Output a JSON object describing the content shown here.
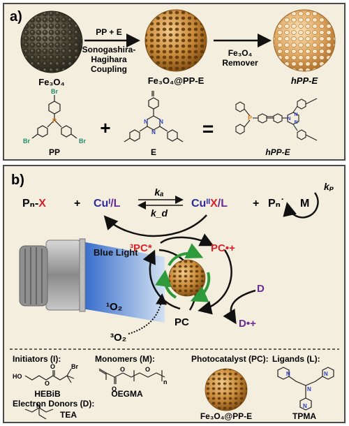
{
  "panel_a": {
    "label": "a)",
    "fe3o4": "Fe₃O₄",
    "fe3o4_ppe": "Fe₃O₄@PP-E",
    "hppe": "hPP-E",
    "arrow1_top": "PP + E",
    "arrow1_bottom": [
      "Sonogashira-",
      "Hagihara",
      "Coupling"
    ],
    "arrow2_top": "Fe₃O₄",
    "arrow2_bottom": "Remover",
    "pp_label": "PP",
    "e_label": "E",
    "hppe_struct_label": "hPP-E",
    "plus": "+",
    "equals": "=",
    "atoms": {
      "br": "Br",
      "p": "P",
      "n": "N"
    }
  },
  "panel_b": {
    "label": "b)",
    "pn_x": {
      "pn": "Pₙ-",
      "x": "X"
    },
    "plus1": "+",
    "cu1": {
      "cu": "Cuᴵ",
      "l": "/L"
    },
    "ka": "kₐ",
    "kd": "k_d",
    "cu2": {
      "cu": "Cuᴵᴵ",
      "x": "X",
      "l": "/L"
    },
    "plus2": "+",
    "pn_radical": "Pₙ˙",
    "monomer": "M",
    "kp": "kₚ",
    "blue_light": "Blue Light",
    "pc_excited": "³PC*",
    "pc_cation": "PC•+",
    "pc": "PC",
    "donor": "D",
    "donor_cation": "D•+",
    "o2_singlet": "¹O₂",
    "o2_triplet": "³O₂",
    "initiators_title": "Initiators (I):",
    "initiator_name": "HEBiB",
    "monomers_title": "Monomers (M):",
    "monomer_name": "OEGMA",
    "photocatalyst_title": "Photocatalyst (PC):",
    "photocatalyst_name": "Fe₃O₄@PP-E",
    "ligands_title": "Ligands (L):",
    "ligand_name": "TPMA",
    "donors_title": "Electron Donors (D):",
    "donor_name": "TEA",
    "atoms": {
      "ho": "HO",
      "o": "O",
      "br": "Br",
      "n": "N",
      "sub_n": "n"
    }
  },
  "colors": {
    "panel_bg": "#f4eedf",
    "red": "#d8232a",
    "blue": "#2d2aa0",
    "purple": "#6a2c8e",
    "green": "#2e9a3b",
    "bromine": "#1e8a6e",
    "phosphorus": "#e07a10",
    "nitrogen": "#2a3fbf"
  }
}
